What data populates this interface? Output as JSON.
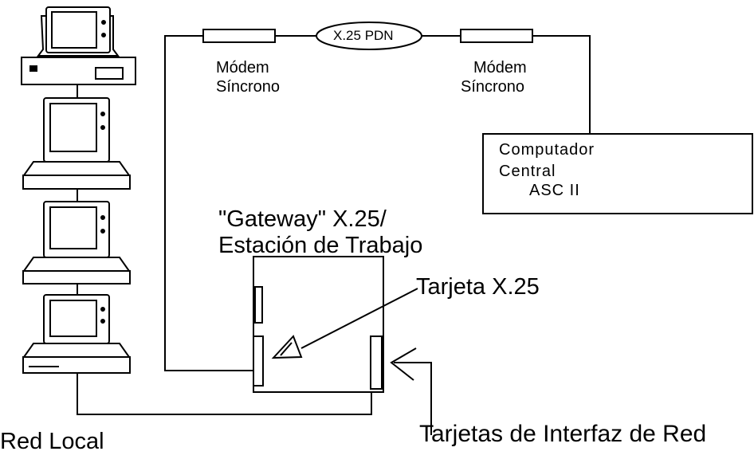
{
  "labels": {
    "pdn": "X.25 PDN",
    "modem_left": [
      "Módem",
      "Síncrono"
    ],
    "modem_right": [
      "Módem",
      "Síncrono"
    ],
    "central": [
      "Computador",
      "Central",
      "ASC II"
    ],
    "gateway": [
      "\"Gateway\" X.25/",
      "Estación de Trabajo"
    ],
    "tarjeta_x25": "Tarjeta X.25",
    "tarjetas_red": "Tarjetas de Interfaz de Red",
    "red_local": "Red Local"
  }
}
